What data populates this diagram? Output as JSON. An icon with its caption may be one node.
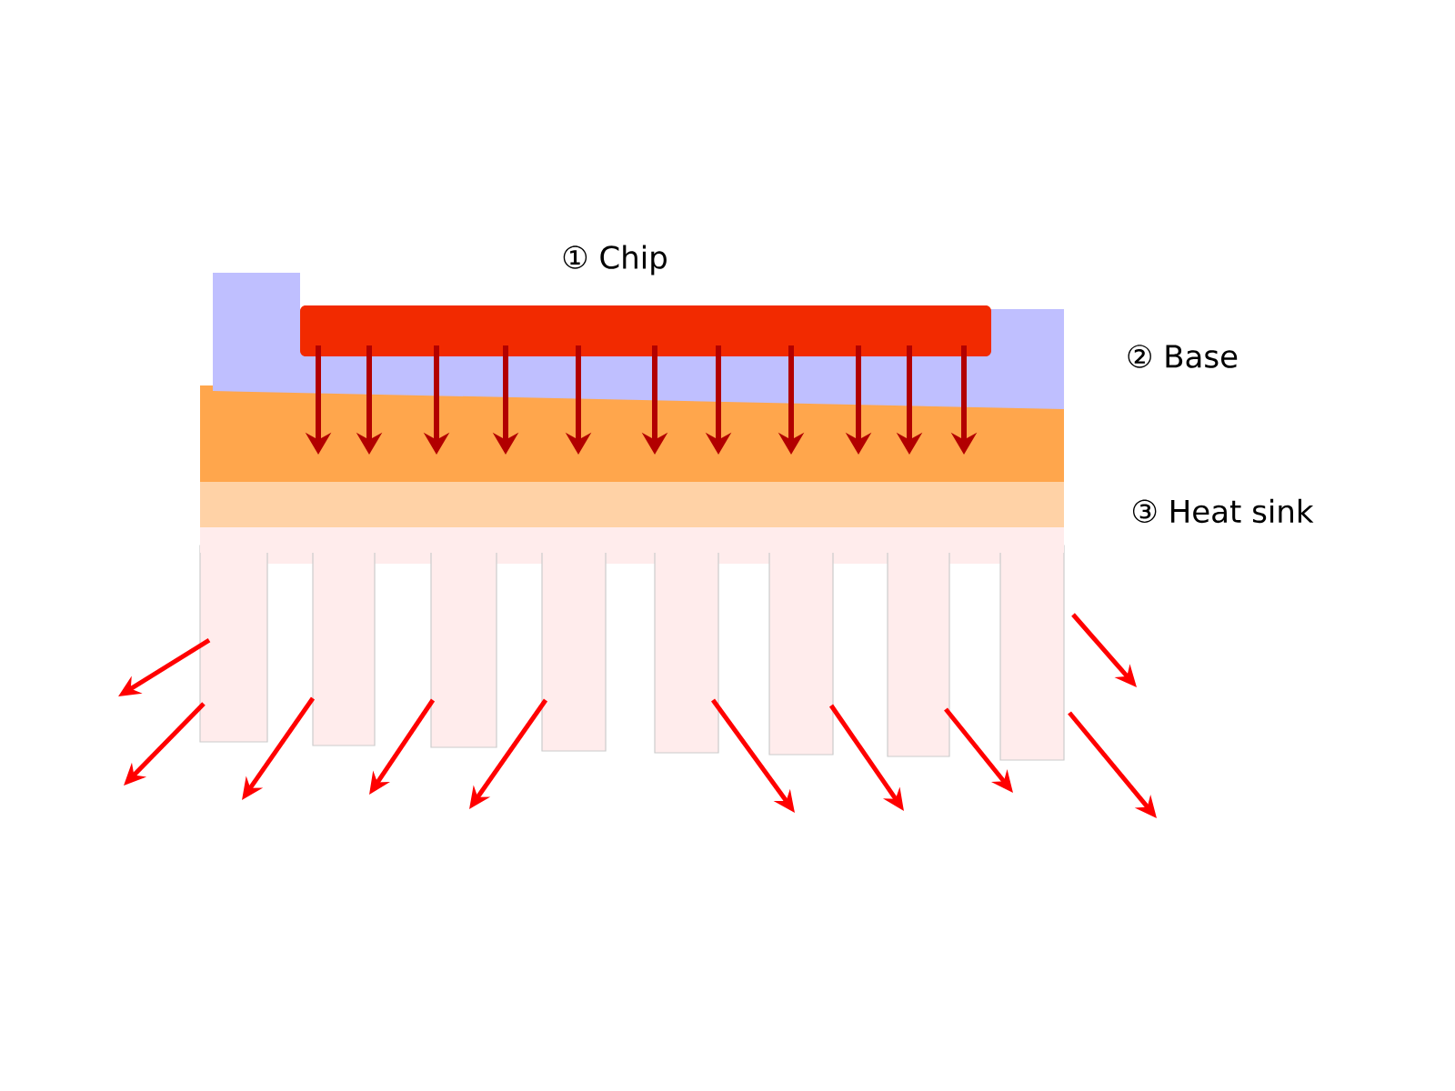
{
  "diagram": {
    "labels": [
      "① Chip",
      "② Base",
      "③ Heat sink"
    ]
  }
}
